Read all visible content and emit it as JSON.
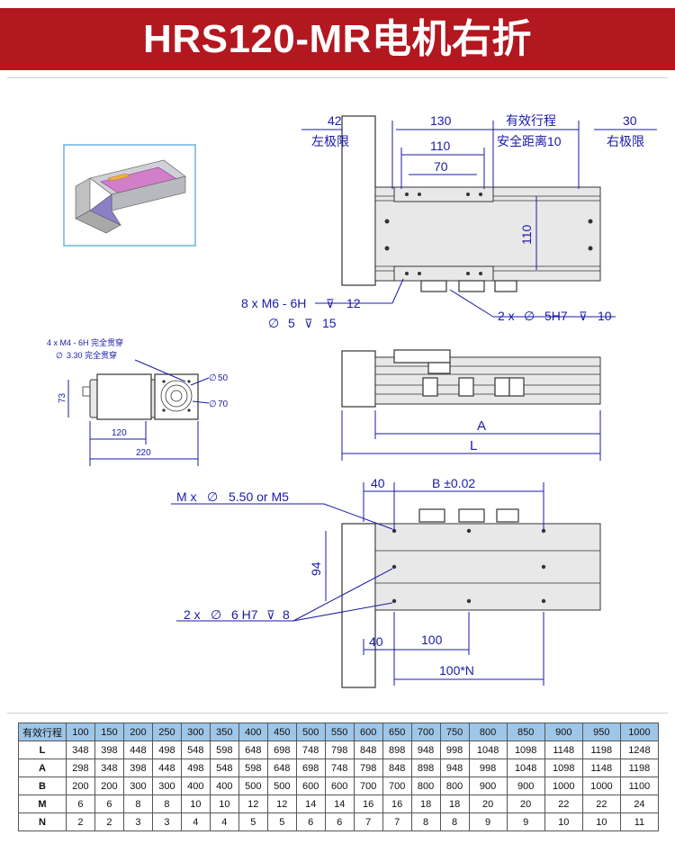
{
  "title": "HRS120-MR电机右折",
  "top_view": {
    "dim_42": "42",
    "dim_130": "130",
    "effective_stroke": "有效行程",
    "dim_30": "30",
    "left_limit": "左极限",
    "safety_distance": "安全距离10",
    "right_limit": "右极限",
    "dim_110_h": "110",
    "dim_70": "70",
    "dim_110_v": "110",
    "holes_note": "8 x  M6 - 6H",
    "holes_depth": "12",
    "dia_5": "5",
    "depth_15": "15",
    "pin_note": "2 x",
    "pin_spec": "5H7",
    "pin_depth": "10"
  },
  "end_view": {
    "hole_note": "4 x  M4 - 6H 完全贯穿",
    "thru_note": "3.30 完全贯穿",
    "dia_50": "50",
    "dia_70": "70",
    "dim_73": "73",
    "dim_120": "120",
    "dim_220": "220"
  },
  "side_view": {
    "dim_A": "A",
    "dim_L": "L"
  },
  "bottom_view": {
    "dim_40_top": "40",
    "dim_B": "B ±0.02",
    "m_note": "M x",
    "m_spec": "5.50 or M5",
    "dim_94": "94",
    "pin_note": "2 x",
    "pin_spec": "6 H7",
    "pin_depth": "8",
    "dim_40_bot": "40",
    "dim_100": "100",
    "dim_100N": "100*N"
  },
  "spec_table": {
    "header": [
      "有效行程",
      "100",
      "150",
      "200",
      "250",
      "300",
      "350",
      "400",
      "450",
      "500",
      "550",
      "600",
      "650",
      "700",
      "750",
      "800",
      "850",
      "900",
      "950",
      "1000"
    ],
    "rows": [
      {
        "label": "L",
        "values": [
          "348",
          "398",
          "448",
          "498",
          "548",
          "598",
          "648",
          "698",
          "748",
          "798",
          "848",
          "898",
          "948",
          "998",
          "1048",
          "1098",
          "1148",
          "1198",
          "1248"
        ]
      },
      {
        "label": "A",
        "values": [
          "298",
          "348",
          "398",
          "448",
          "498",
          "548",
          "598",
          "648",
          "698",
          "748",
          "798",
          "848",
          "898",
          "948",
          "998",
          "1048",
          "1098",
          "1148",
          "1198"
        ]
      },
      {
        "label": "B",
        "values": [
          "200",
          "200",
          "300",
          "300",
          "400",
          "400",
          "500",
          "500",
          "600",
          "600",
          "700",
          "700",
          "800",
          "800",
          "900",
          "900",
          "1000",
          "1000",
          "1100"
        ]
      },
      {
        "label": "M",
        "values": [
          "6",
          "6",
          "8",
          "8",
          "10",
          "10",
          "12",
          "12",
          "14",
          "14",
          "16",
          "16",
          "18",
          "18",
          "20",
          "20",
          "22",
          "22",
          "24"
        ]
      },
      {
        "label": "N",
        "values": [
          "2",
          "2",
          "3",
          "3",
          "4",
          "4",
          "5",
          "5",
          "6",
          "6",
          "7",
          "7",
          "8",
          "8",
          "9",
          "9",
          "10",
          "10",
          "11"
        ]
      }
    ]
  }
}
